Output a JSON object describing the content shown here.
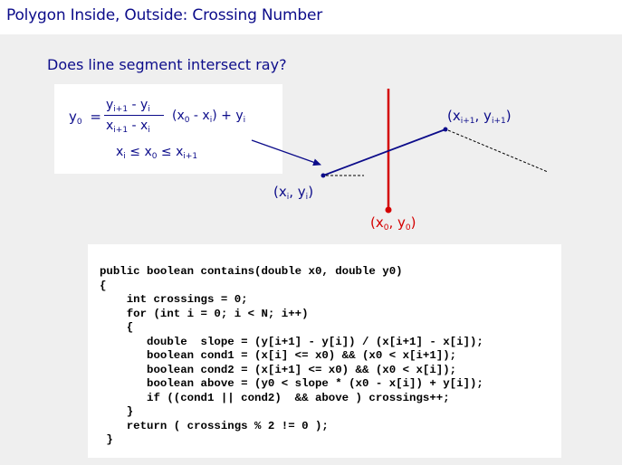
{
  "title": "Polygon Inside, Outside:  Crossing Number",
  "subtitle": "Does line segment intersect ray?",
  "formula": {
    "lhs": "y",
    "lhs_sub": "0",
    "equals": "=",
    "num_a": "y",
    "num_a_sub": "i+1",
    "num_minus": " - y",
    "num_b_sub": "i",
    "den_a": "x",
    "den_a_sub": "i+1",
    "den_minus": " - x",
    "den_b_sub": "i",
    "paren_open": "(x",
    "paren_sub": "0",
    "paren_mid": " - x",
    "paren_mid_sub": "i",
    "paren_close": ") + y",
    "tail_sub": "i",
    "cond_a": "x",
    "cond_a_sub": "i",
    "cond_le1": " ≤ x",
    "cond_b_sub": "0",
    "cond_le2": " ≤ x",
    "cond_c_sub": "i+1"
  },
  "points": {
    "p_i": "(x",
    "p_i_sub": "i",
    "p_i_mid": ", y",
    "p_i_sub2": "i",
    "p_i_close": ")",
    "p_next": "(x",
    "p_next_sub": "i+1",
    "p_next_mid": ", y",
    "p_next_sub2": "i+1",
    "p_next_close": ")",
    "p_0": "(x",
    "p_0_sub": "0",
    "p_0_mid": ", y",
    "p_0_sub2": "0",
    "p_0_close": ")"
  },
  "code": "public boolean contains(double x0, double y0)\n{\n    int crossings = 0;\n    for (int i = 0; i < N; i++)\n    {\n       double  slope = (y[i+1] - y[i]) / (x[i+1] - x[i]);\n       boolean cond1 = (x[i] <= x0) && (x0 < x[i+1]);\n       boolean cond2 = (x[i+1] <= x0) && (x0 < x[i]);\n       boolean above = (y0 < slope * (x0 - x[i]) + y[i]);\n       if ((cond1 || cond2)  && above ) crossings++;\n    }\n    return ( crossings % 2 != 0 );\n }",
  "colors": {
    "title": "#0c0c8a",
    "ray": "#d40000",
    "panel": "#efefef"
  }
}
